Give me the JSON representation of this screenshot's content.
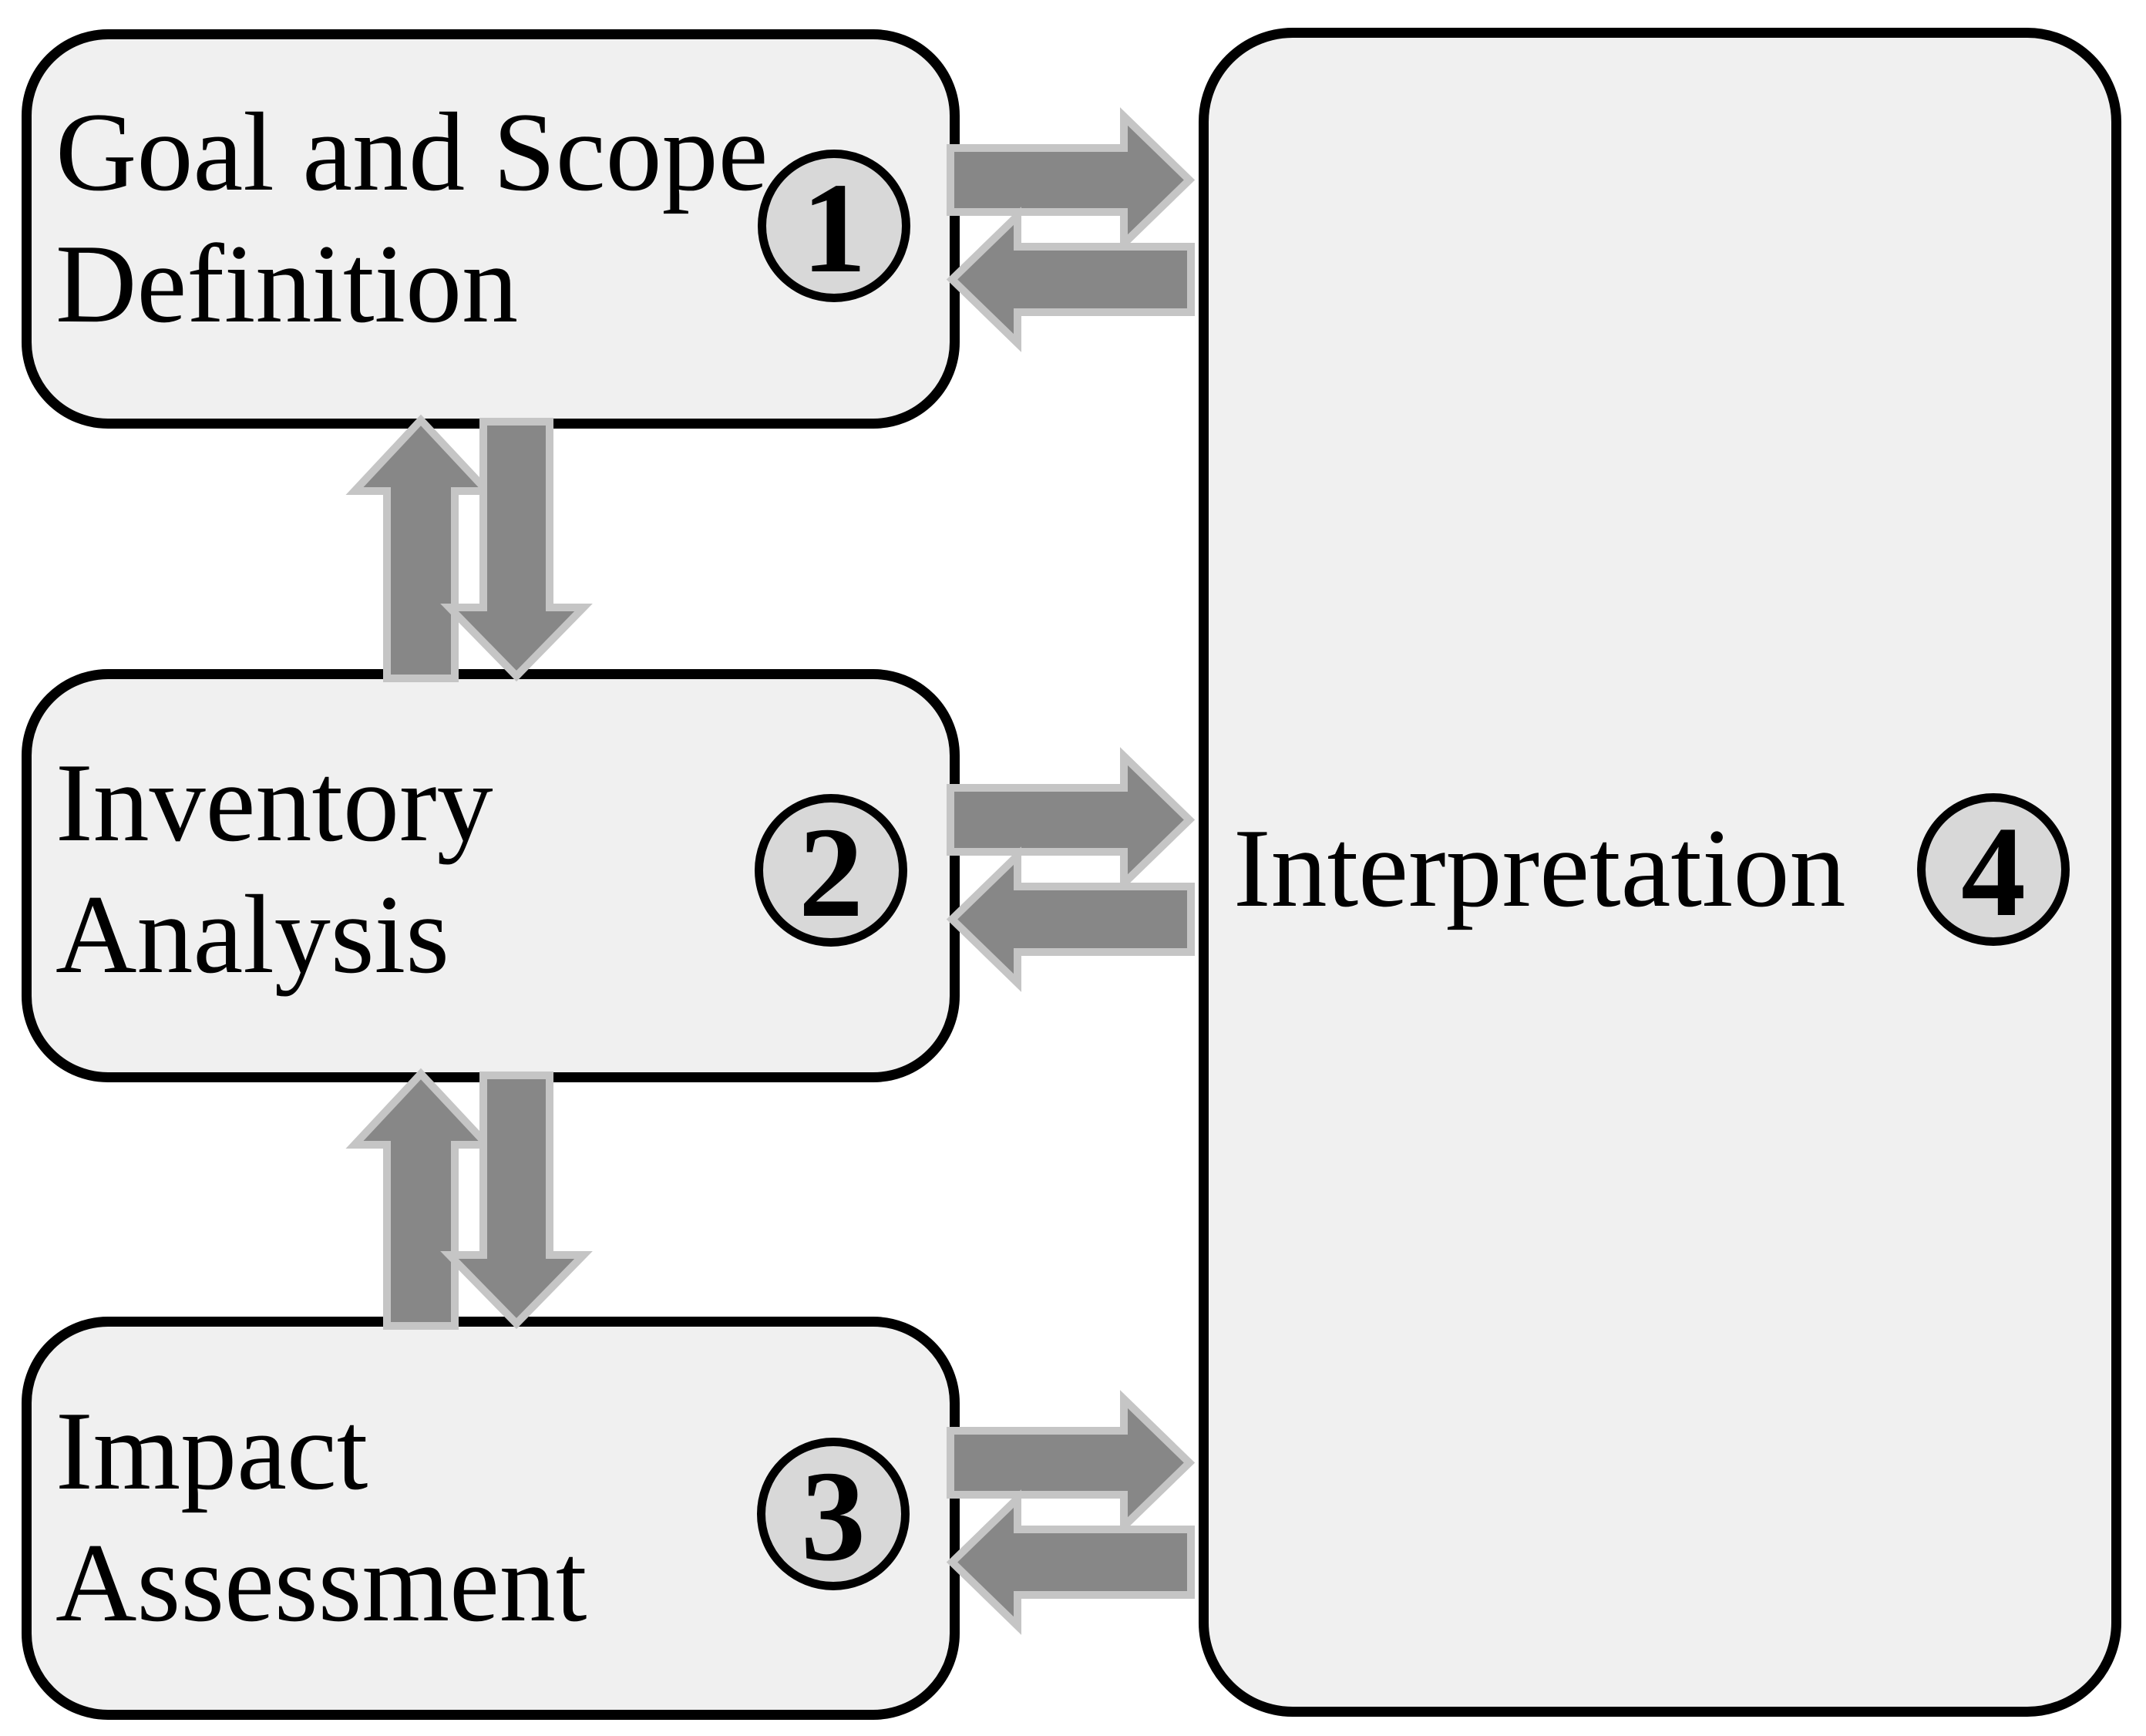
{
  "boxes": {
    "goal_scope": {
      "lines": [
        "Goal and Scope",
        "Definition"
      ],
      "number": "1"
    },
    "inventory": {
      "lines": [
        "Inventory",
        "Analysis"
      ],
      "number": "2"
    },
    "impact": {
      "lines": [
        "Impact",
        "Assessment"
      ],
      "number": "3"
    },
    "interpretation": {
      "lines": [
        "Interpretation"
      ],
      "number": "4"
    }
  },
  "colors": {
    "background": "#ffffff",
    "box_fill": "#f0f0f0",
    "box_border": "#000000",
    "badge_fill": "#d8d8d8",
    "badge_border": "#000000",
    "arrow_fill": "#878787",
    "arrow_outline": "#c5c5c5",
    "text": "#000000"
  }
}
